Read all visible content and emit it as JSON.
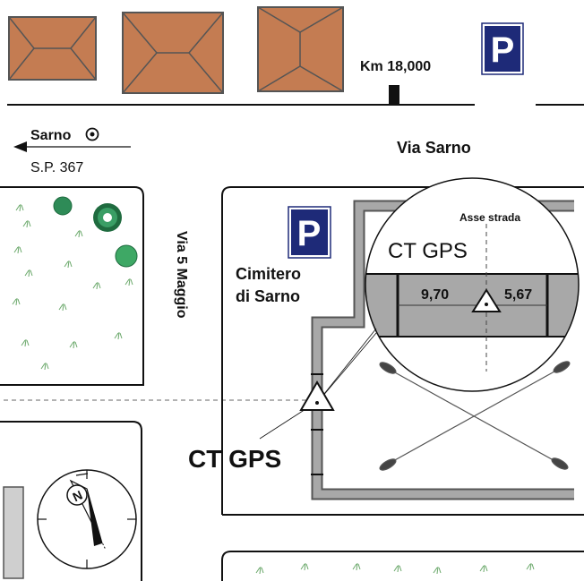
{
  "labels": {
    "km": "Km 18,000",
    "sarno_town": "Sarno",
    "sp_road": "S.P. 367",
    "via_sarno": "Via Sarno",
    "via_5_maggio": "Via 5 Maggio",
    "cemetery_line1": "Cimitero",
    "cemetery_line2": "di Sarno",
    "ct_gps_main": "CT GPS",
    "inset_title": "CT GPS",
    "asse_strada": "Asse strada",
    "dist_left": "9,70",
    "dist_right": "5,67",
    "parking_top": "P",
    "parking_cemetery": "P",
    "north": "N"
  },
  "colors": {
    "roof": "#c47c52",
    "roof_stroke": "#555555",
    "parking_bg": "#1e2a78",
    "wall": "#9a9a9a",
    "inset_road": "#a8a8a8",
    "vegetation": "#2e8b57"
  }
}
